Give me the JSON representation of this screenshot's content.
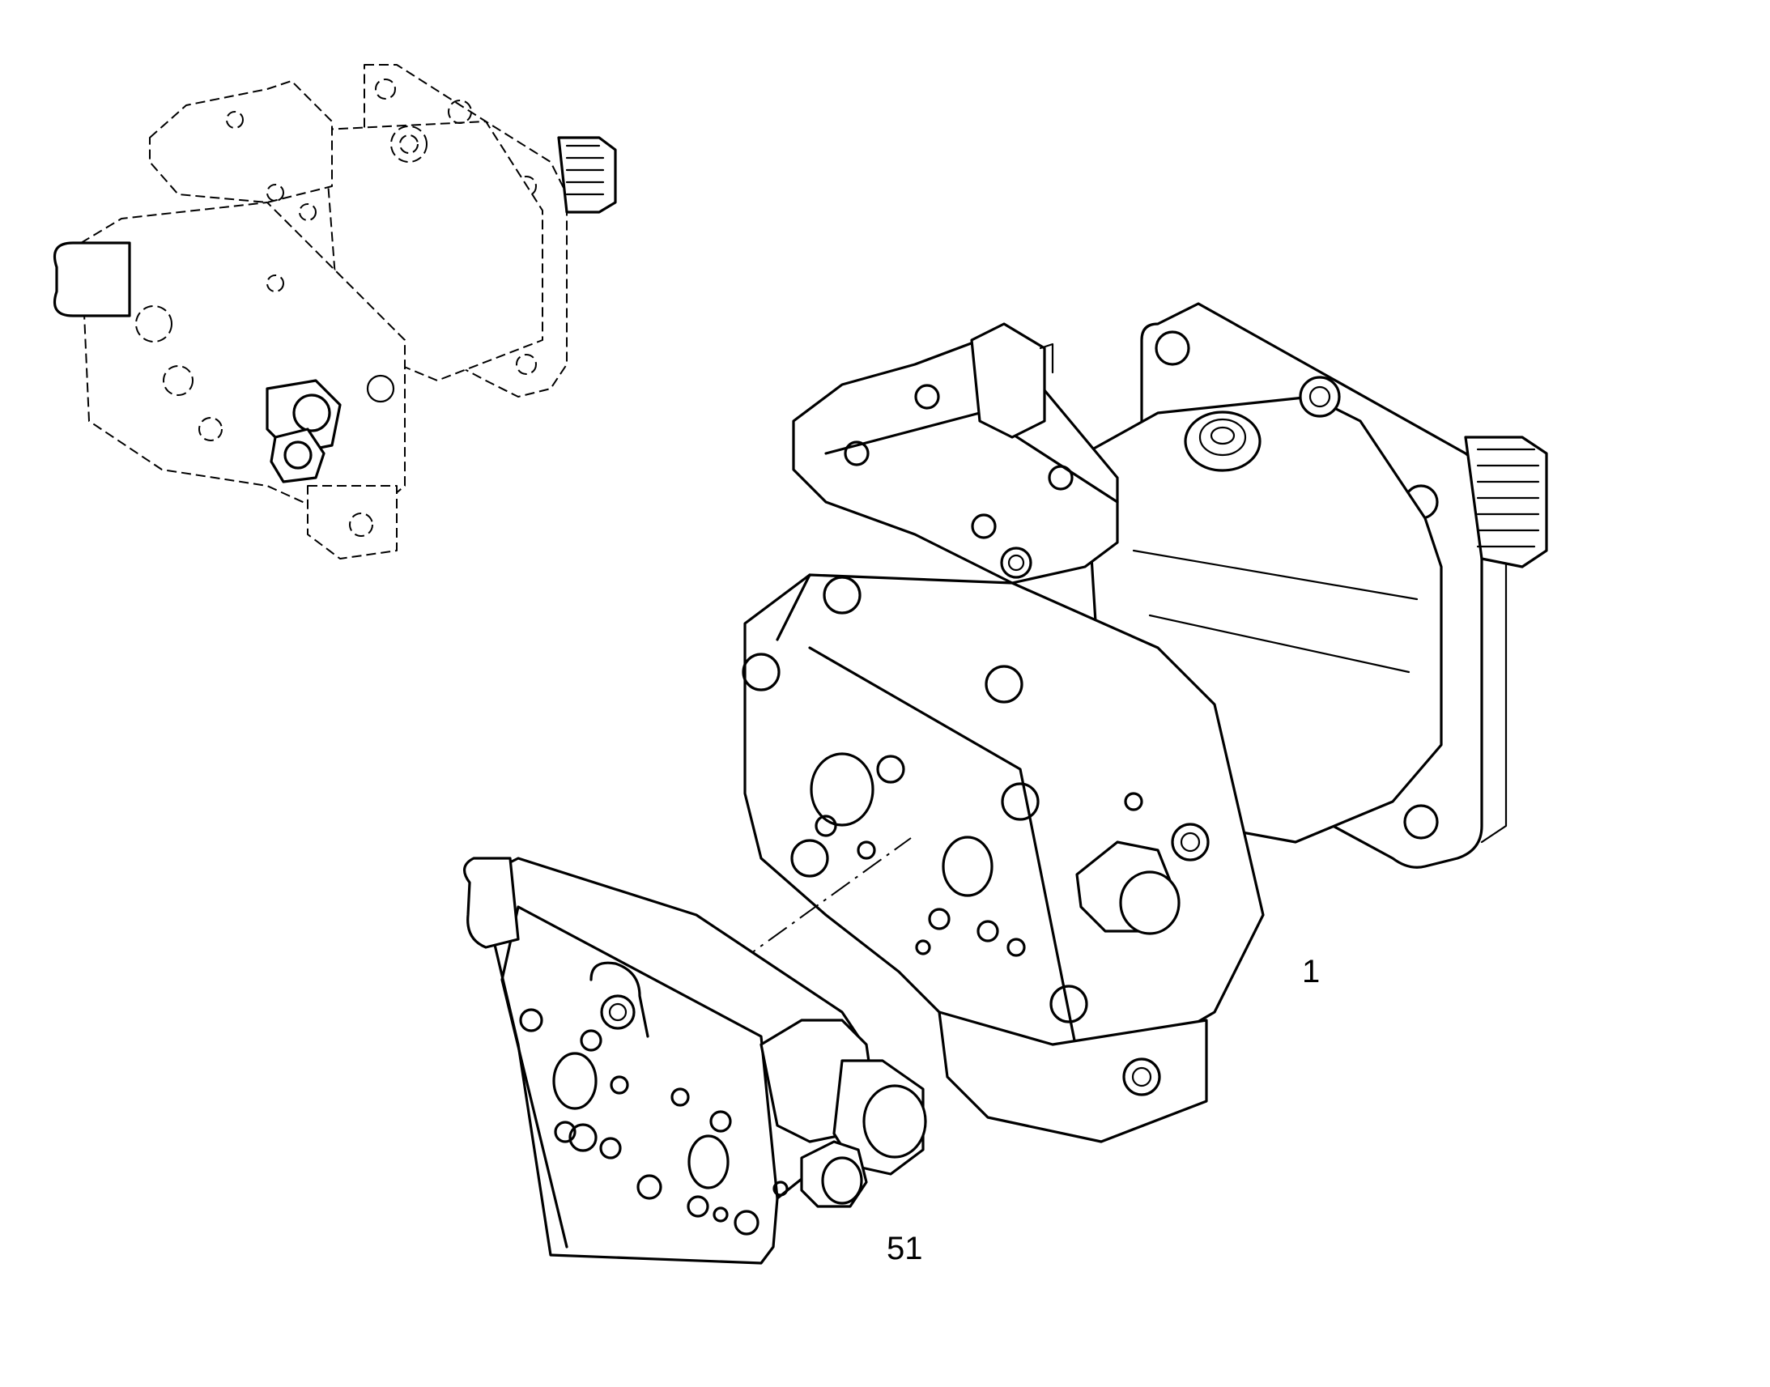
{
  "callouts": {
    "part_1": "1",
    "part_51": "51"
  },
  "colors": {
    "line": "#000000",
    "background": "#ffffff"
  },
  "icons": {
    "reference_assembly": "dashed-pump-motor-assembly",
    "main_unit": "hydraulic-motor-unit",
    "valve_block": "valve-plate-block"
  }
}
